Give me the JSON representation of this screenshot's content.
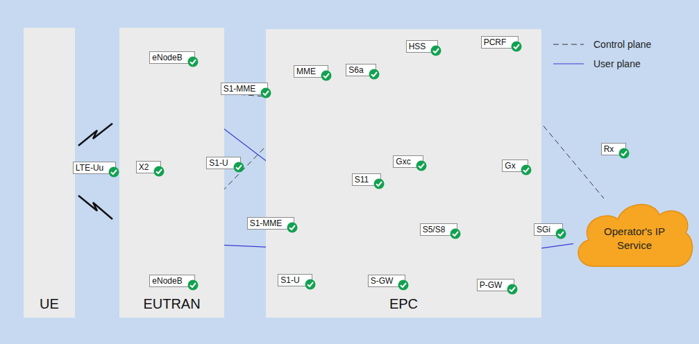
{
  "diagram": {
    "nodes": [
      {
        "text": [
          "UE"
        ]
      },
      {
        "text": [
          "EUTRAN"
        ]
      },
      {
        "text": [
          "EPC"
        ]
      },
      {
        "text": [
          "eNodeB"
        ],
        "in": 1
      },
      {
        "text": [
          "eNodeB"
        ],
        "in": 1
      },
      {
        "text": [
          "MME"
        ],
        "in": 2
      },
      {
        "text": [
          "HSS"
        ],
        "in": 2
      },
      {
        "text": [
          "PCRF"
        ],
        "in": 2
      },
      {
        "text": [
          "S-GW"
        ],
        "in": 2
      },
      {
        "text": [
          "P-GW"
        ],
        "in": 2
      },
      {
        "text": [
          "Operator's IP Service"
        ]
      }
    ],
    "edges": [
      {
        "from": 3,
        "to": 5,
        "label": "S1-MME",
        "arrow": "none"
      },
      {
        "from": 4,
        "to": 5,
        "label": "S1-MME",
        "arrow": "none"
      },
      {
        "from": 3,
        "to": 8,
        "label": "S1-U",
        "arrow": "none"
      },
      {
        "from": 4,
        "to": 8,
        "label": "S1-U",
        "arrow": "none"
      },
      {
        "from": 3,
        "to": 4,
        "label": "X2",
        "arrow": "none"
      },
      {
        "from": 5,
        "to": 6,
        "label": "S6a",
        "arrow": "none"
      },
      {
        "from": 5,
        "to": 8,
        "label": "S11",
        "arrow": "none"
      },
      {
        "from": 7,
        "to": 8,
        "label": "Gxc",
        "arrow": "none"
      },
      {
        "from": 7,
        "to": 9,
        "label": "Gx",
        "arrow": "none"
      },
      {
        "from": 7,
        "to": 10,
        "label": "Rx",
        "arrow": "none"
      },
      {
        "from": 8,
        "to": 9,
        "label": "S5/S8",
        "arrow": "none"
      },
      {
        "from": 9,
        "to": 10,
        "label": "SGi",
        "arrow": "none"
      }
    ],
    "labels": [
      "LTE-Uu"
    ],
    "legend": [
      {
        "text": "Control plane"
      },
      {
        "text": "User plane"
      }
    ]
  }
}
